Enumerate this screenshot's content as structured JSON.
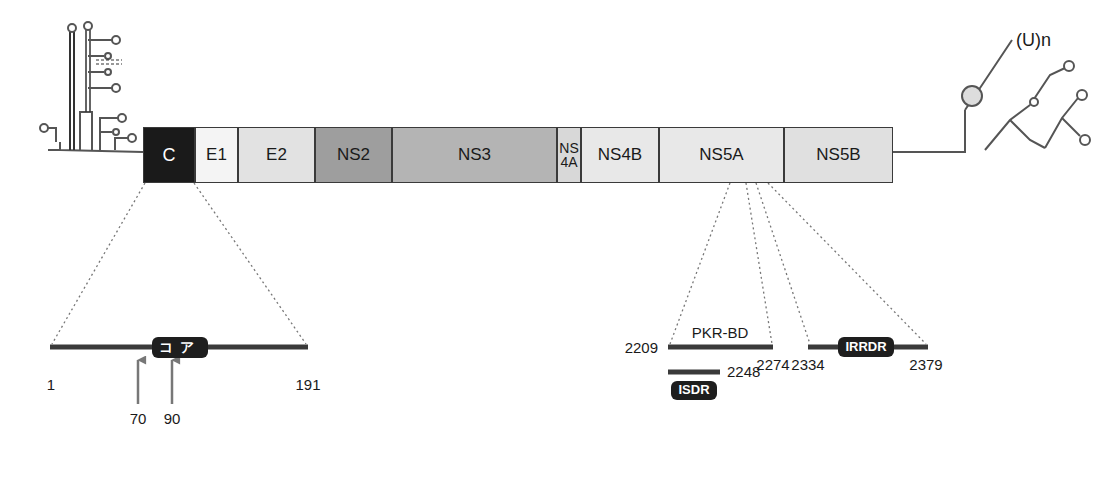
{
  "diagram": {
    "nodes": [
      {
        "text": [
          "C"
        ]
      },
      {
        "text": [
          "E1"
        ]
      },
      {
        "text": [
          "E2"
        ]
      },
      {
        "text": [
          "NS2"
        ]
      },
      {
        "text": [
          "NS3"
        ]
      },
      {
        "text": [
          "NS 4A"
        ]
      },
      {
        "text": [
          "NS4B"
        ]
      },
      {
        "text": [
          "NS5A"
        ]
      },
      {
        "text": [
          "NS5B"
        ]
      },
      {
        "text": [
          "コア"
        ]
      },
      {
        "text": [
          "ISDR"
        ]
      },
      {
        "text": [
          "IRRDR"
        ]
      }
    ],
    "labels": [
      "(U)n",
      "1",
      "191",
      "70",
      "90",
      "PKR-BD",
      "2209",
      "2274",
      "2248",
      "2334",
      "2379"
    ]
  }
}
